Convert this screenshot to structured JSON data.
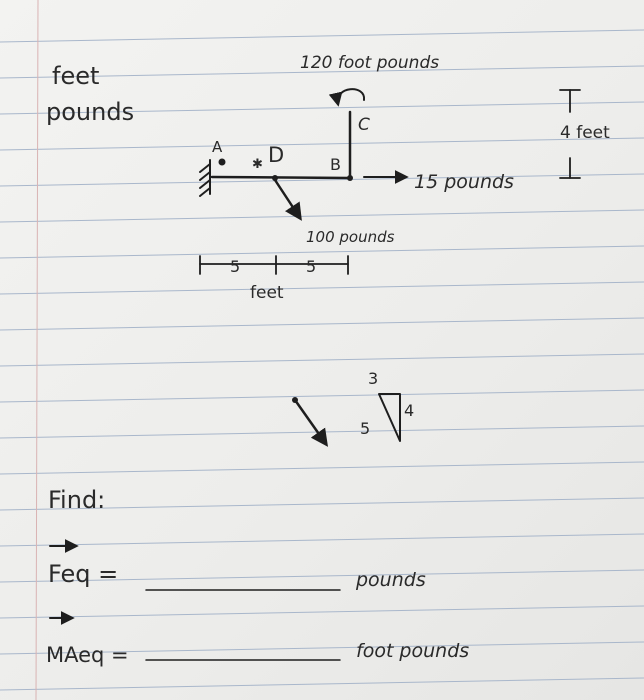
{
  "units": {
    "line1": "feet",
    "line2": "pounds"
  },
  "diagram": {
    "moment_label": "120 foot pounds",
    "point_a": "A",
    "point_d": "D",
    "point_b": "B",
    "point_c": "C",
    "horizontal_force": "15 pounds",
    "diagonal_force": "100 pounds",
    "dim_left": "5",
    "dim_right": "5",
    "dim_unit": "feet",
    "height_value": "4 feet"
  },
  "slope_triangle": {
    "top": "3",
    "right": "4",
    "hyp": "5"
  },
  "find": {
    "heading": "Find:",
    "feq_label": "Feq =",
    "feq_unit": "pounds",
    "maeq_label": "MAeq =",
    "maeq_unit": "foot pounds"
  }
}
